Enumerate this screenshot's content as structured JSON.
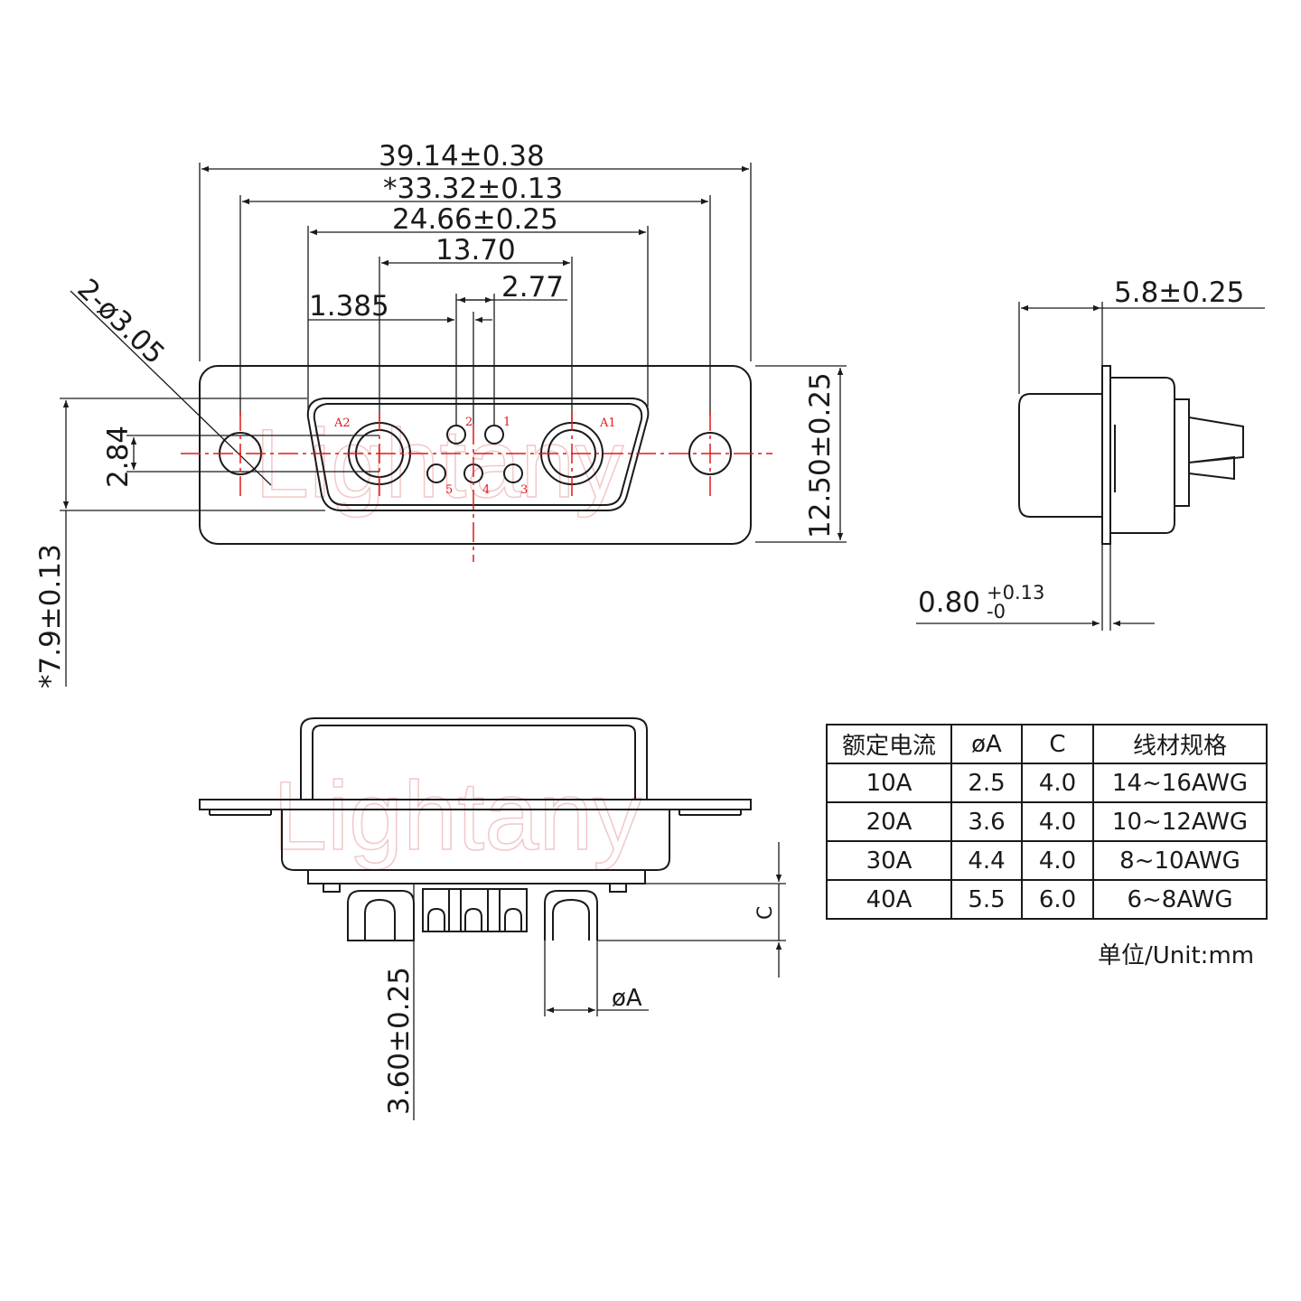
{
  "front_view": {
    "dim_overall_width": "39.14±0.38",
    "dim_mount_hole_pitch": "*33.32±0.13",
    "dim_shell_width": "24.66±0.25",
    "dim_contact_pitch": "13.70",
    "dim_signal_pitch": "2.77",
    "dim_signal_offset": "1.385",
    "dim_hole_callout": "2-ø3.05",
    "dim_row_spacing": "2.84",
    "dim_height": "12.50±0.25",
    "dim_center_height": "*7.9±0.13",
    "pin_labels": [
      "A2",
      "2",
      "1",
      "A1",
      "5",
      "4",
      "3"
    ]
  },
  "side_view": {
    "dim_depth": "5.8±0.25",
    "dim_flange_thickness": "0.80",
    "dim_flange_tol_upper": "+0.13",
    "dim_flange_tol_lower": "-0"
  },
  "bottom_view": {
    "dim_c_label": "C",
    "dim_tail": "3.60±0.25",
    "dim_diameter": "øA"
  },
  "watermark": "Lightany",
  "spec_table": {
    "headers": [
      "额定电流",
      "øA",
      "C",
      "线材规格"
    ],
    "rows": [
      [
        "10A",
        "2.5",
        "4.0",
        "14~16AWG"
      ],
      [
        "20A",
        "3.6",
        "4.0",
        "10~12AWG"
      ],
      [
        "30A",
        "4.4",
        "4.0",
        "8~10AWG"
      ],
      [
        "40A",
        "5.5",
        "6.0",
        "6~8AWG"
      ]
    ],
    "unit_note": "单位/Unit:mm"
  },
  "colors": {
    "line": "#1a1a1a",
    "centerline": "#e01818",
    "watermark": "#f2c8c8"
  }
}
